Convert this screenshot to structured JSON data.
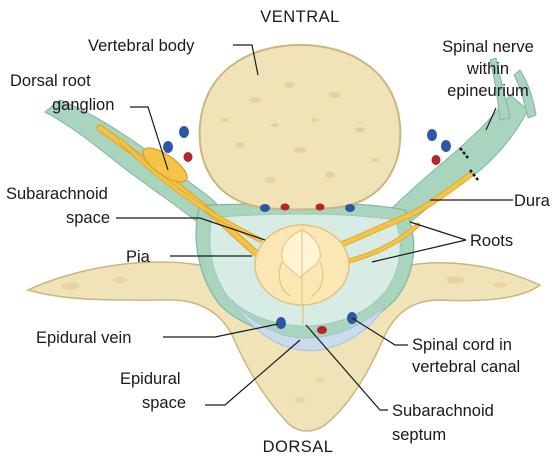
{
  "orientation": {
    "ventral": "VENTRAL",
    "dorsal": "DORSAL"
  },
  "labels": {
    "vertebral_body": "Vertebral body",
    "spinal_nerve": [
      "Spinal nerve",
      "within",
      "epineurium"
    ],
    "dorsal_root_ganglion": [
      "Dorsal root",
      "ganglion"
    ],
    "dura": "Dura",
    "subarachnoid_space": [
      "Subarachnoid",
      "space"
    ],
    "roots": "Roots",
    "pia": "Pia",
    "epidural_vein": "Epidural vein",
    "spinal_cord": [
      "Spinal cord in",
      "vertebral canal"
    ],
    "epidural_space": [
      "Epidural",
      "space"
    ],
    "subarachnoid_septum": [
      "Subarachnoid",
      "septum"
    ]
  },
  "colors": {
    "bone": "#f1e3b8",
    "bone_edge": "#c9b57e",
    "dura_green": "#a9d5bf",
    "csf_space": "#d8ece6",
    "nerve_yellow": "#f3c34a",
    "cord_cream": "#fbe7b4",
    "vein_blue": "#2f56a6",
    "artery_red": "#b3262e",
    "epidural_fat": "#c8dcec"
  }
}
